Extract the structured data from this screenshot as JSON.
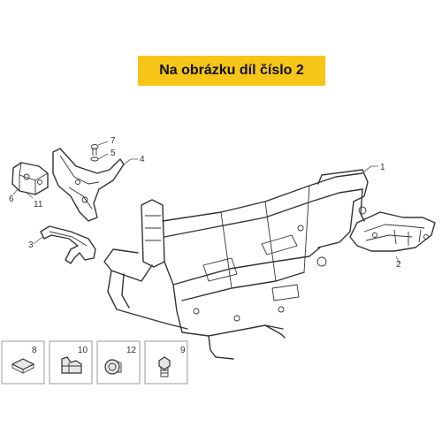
{
  "banner": {
    "text": "Na obrázku díl číslo 2",
    "color": "#f5c518"
  },
  "callouts": {
    "c1": "1",
    "c2": "2",
    "c3": "3",
    "c4": "4",
    "c5": "5",
    "c6": "6",
    "c7": "7",
    "c8": "8",
    "c9": "9",
    "c10": "10",
    "c11": "11",
    "c12": "12"
  }
}
